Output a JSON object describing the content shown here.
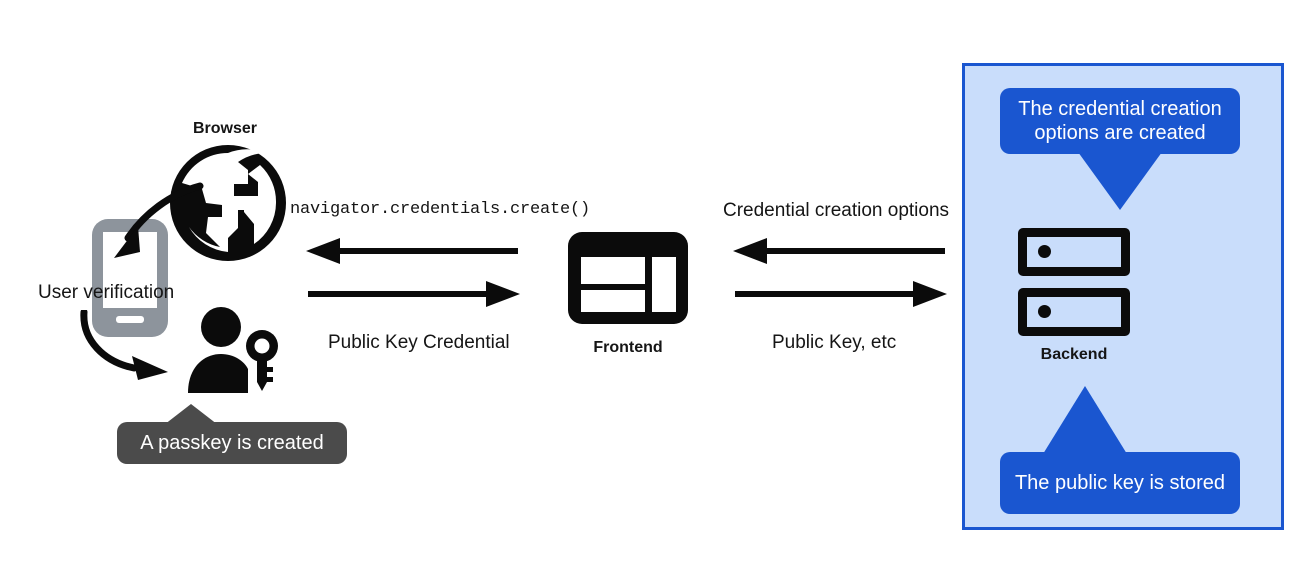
{
  "diagram": {
    "title": "WebAuthn passkey registration flow",
    "colors": {
      "panel_fill": "#c9ddfb",
      "panel_border": "#1a56d0",
      "callout_blue": "#1a56d0",
      "callout_dark": "#4b4b4b",
      "icon_black": "#0b0b0b",
      "phone_gray": "#8d949c",
      "text": "#151515"
    }
  },
  "client": {
    "browser_label": "Browser",
    "browser_icon": "globe-icon",
    "phone_icon": "mobile-phone-icon",
    "user_verification_label": "User verification",
    "user_key_icon": "user-with-key-icon",
    "passkey_callout": "A passkey is created",
    "arrow_browser_to_phone": "curved-arrow-icon",
    "arrow_phone_to_user": "curved-arrow-icon"
  },
  "frontend": {
    "label": "Frontend",
    "icon": "browser-window-icon"
  },
  "backend": {
    "label": "Backend",
    "icon": "server-rack-icon",
    "callout_top": "The credential creation options are created",
    "callout_top_lines": [
      "The credential creation",
      "options are created"
    ],
    "callout_bottom": "The public key is stored",
    "callout_bottom_lines": [
      "The public key is",
      "stored"
    ]
  },
  "flows": {
    "left_top": {
      "label": "navigator.credentials.create()",
      "direction": "left",
      "arrow_icon": "arrow-left-icon"
    },
    "left_bottom": {
      "label": "Public Key Credential",
      "direction": "right",
      "arrow_icon": "arrow-right-icon"
    },
    "right_top": {
      "label": "Credential creation options",
      "direction": "left",
      "arrow_icon": "arrow-left-icon"
    },
    "right_bottom": {
      "label": "Public Key, etc",
      "direction": "right",
      "arrow_icon": "arrow-right-icon"
    }
  }
}
